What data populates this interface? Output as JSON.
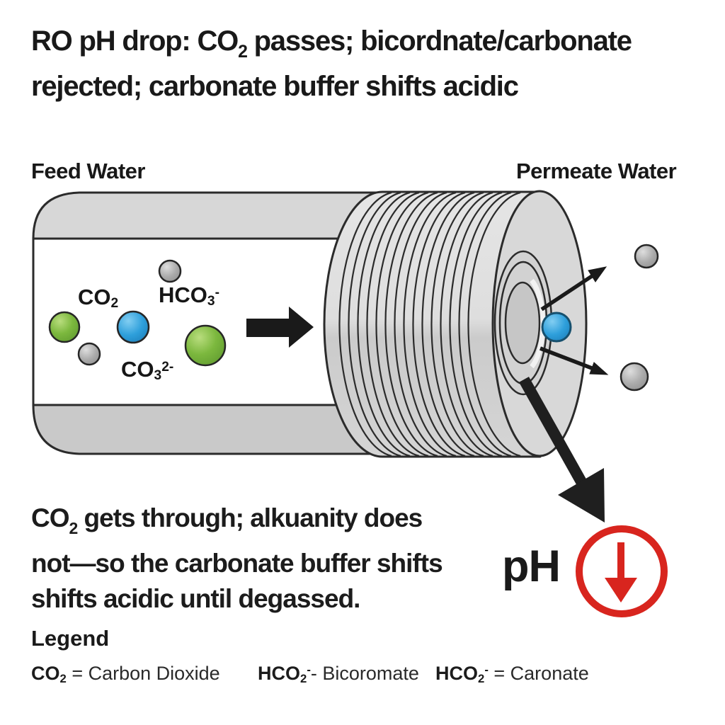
{
  "header": {
    "title_line1_pre": "RO pH drop: CO",
    "title_line1_sub": "2",
    "title_line1_post": " passes; bicordnate/carbonate",
    "title_line2": "rejected; carbonate buffer shifts acidic"
  },
  "flow_labels": {
    "feed": "Feed Water",
    "permeate": "Permeate Water"
  },
  "molecules": {
    "co2": {
      "base": "CO",
      "sub": "2",
      "sup": ""
    },
    "hco3": {
      "base": "HCO",
      "sub": "3",
      "sup": "-"
    },
    "co3": {
      "base": "CO",
      "sub": "3",
      "sup": "2-"
    }
  },
  "body_text": {
    "line1_pre": "CO",
    "line1_sub": "2",
    "line1_post": " gets through; alkuanity does",
    "line2": "not—so the carbonate buffer shifts",
    "line3": "shifts acidic until degassed."
  },
  "ph_indicator": {
    "label": "pH"
  },
  "legend": {
    "heading": "Legend",
    "items": [
      {
        "base": "CO",
        "sub": "2",
        "sup": "",
        "eq": " = ",
        "name": "Carbon Dioxide"
      },
      {
        "base": "HCO",
        "sub": "2",
        "sup": "-",
        "eq": "- ",
        "name": "Bicoromate"
      },
      {
        "base": "HCO",
        "sub": "2",
        "sup": "-",
        "eq": " = ",
        "name": "Caronate"
      }
    ]
  },
  "colors": {
    "co2_green": "#7cb83e",
    "water_blue": "#2e9fdb",
    "ion_gray": "#acacac",
    "ph_red": "#d8251e",
    "text": "#1b1b1b",
    "membrane_gray": "#dcdcdc"
  }
}
